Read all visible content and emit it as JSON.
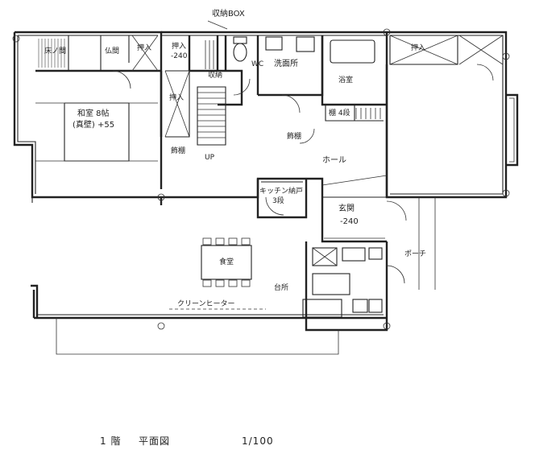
{
  "labels": {
    "storage_box": "収納BOX",
    "tokonoma": "床ノ間",
    "butsuma": "仏間",
    "oshiire_1": "押入",
    "oshiire_2": "押入",
    "oshiire_3": "押入",
    "oshiire_4": "押入",
    "oshiire_level": "-240",
    "toilet": "WC",
    "storage": "収納",
    "washroom": "洗面所",
    "bath": "浴室",
    "closet_4": "棚 4段",
    "washitsu": "和室 8帖",
    "washitsu_wall": "(真壁) +55",
    "kazaridana_1": "飾棚",
    "kazaridana_2": "飾棚",
    "up": "UP",
    "hall": "ホール",
    "kitchen_storage": "キッチン納戸",
    "kitchen_storage_2": "3段",
    "genkan": "玄関",
    "genkan_level": "-240",
    "porch": "ポーチ",
    "dining": "食堂",
    "kitchen": "台所",
    "heater": "クリーンヒーター"
  },
  "caption": {
    "floor": "1 階",
    "title": "平面図",
    "scale": "1/100"
  }
}
